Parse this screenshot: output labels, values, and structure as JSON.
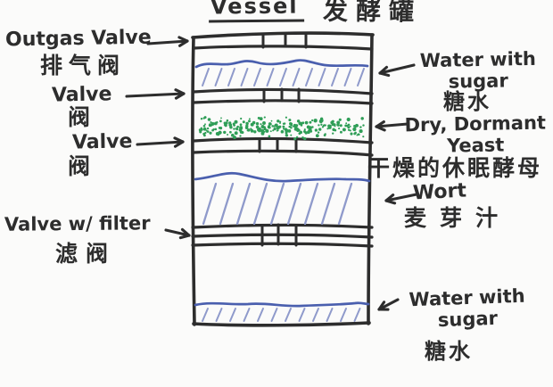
{
  "title": {
    "en": "Vessel",
    "zh": "发酵罐"
  },
  "left_labels": [
    {
      "en": "Outgas Valve",
      "zh": "排气阀"
    },
    {
      "en": "Valve",
      "zh": "阀"
    },
    {
      "en": "Valve",
      "zh": "阀"
    },
    {
      "en": "Valve w/ filter",
      "zh": "滤阀"
    }
  ],
  "right_labels": [
    {
      "en": "Water with\nsugar",
      "zh": "糖水"
    },
    {
      "en": "Dry, Dormant\nYeast",
      "zh": "干燥的休眠酵母"
    },
    {
      "en": "Wort",
      "zh": "麦芽汁"
    },
    {
      "en": "Water with\nsugar",
      "zh": "糖水"
    }
  ],
  "vessel_sections": [
    "water with sugar",
    "dry dormant yeast",
    "wort",
    "water with sugar"
  ],
  "colors": {
    "paper": "#fbfbfa",
    "ink": "#2d2d2d",
    "water_blue": "#4a5fae",
    "water_hatch": "#8f9acb",
    "yeast_green": "#2f9e57"
  }
}
